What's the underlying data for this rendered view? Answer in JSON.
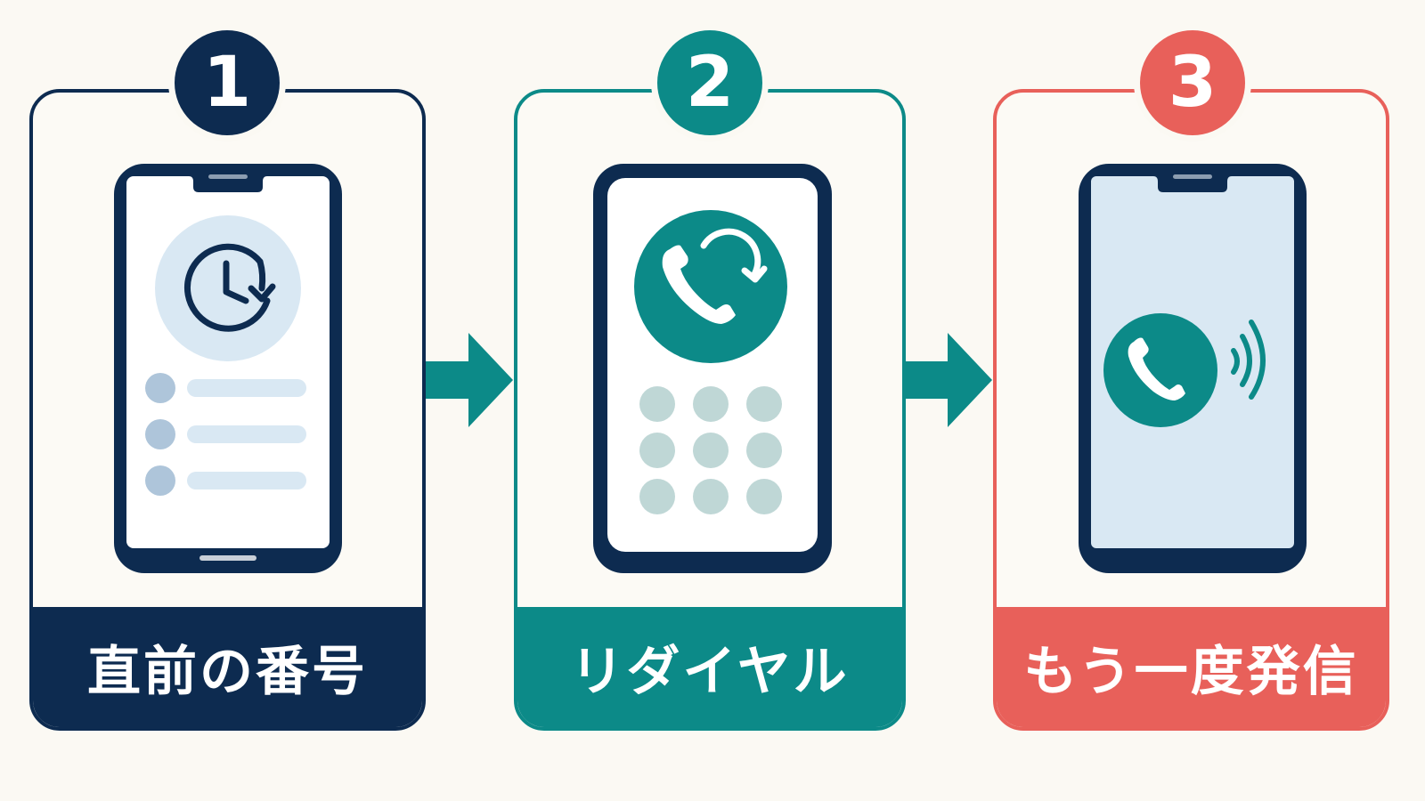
{
  "steps": [
    {
      "number": "1",
      "label": "直前の番号",
      "color": "#0d2b50",
      "icon": "history-clock-icon"
    },
    {
      "number": "2",
      "label": "リダイヤル",
      "color": "#0c8a88",
      "icon": "redial-phone-icon"
    },
    {
      "number": "3",
      "label": "もう一度発信",
      "color": "#e8605a",
      "icon": "calling-phone-icon"
    }
  ],
  "colors": {
    "navy": "#0d2b50",
    "teal": "#0c8a88",
    "coral": "#e8605a",
    "background": "#fbf9f3",
    "screen_light_blue": "#d9e8f3",
    "list_dot": "#aec5da",
    "keypad_dot": "#bfd7d6"
  }
}
